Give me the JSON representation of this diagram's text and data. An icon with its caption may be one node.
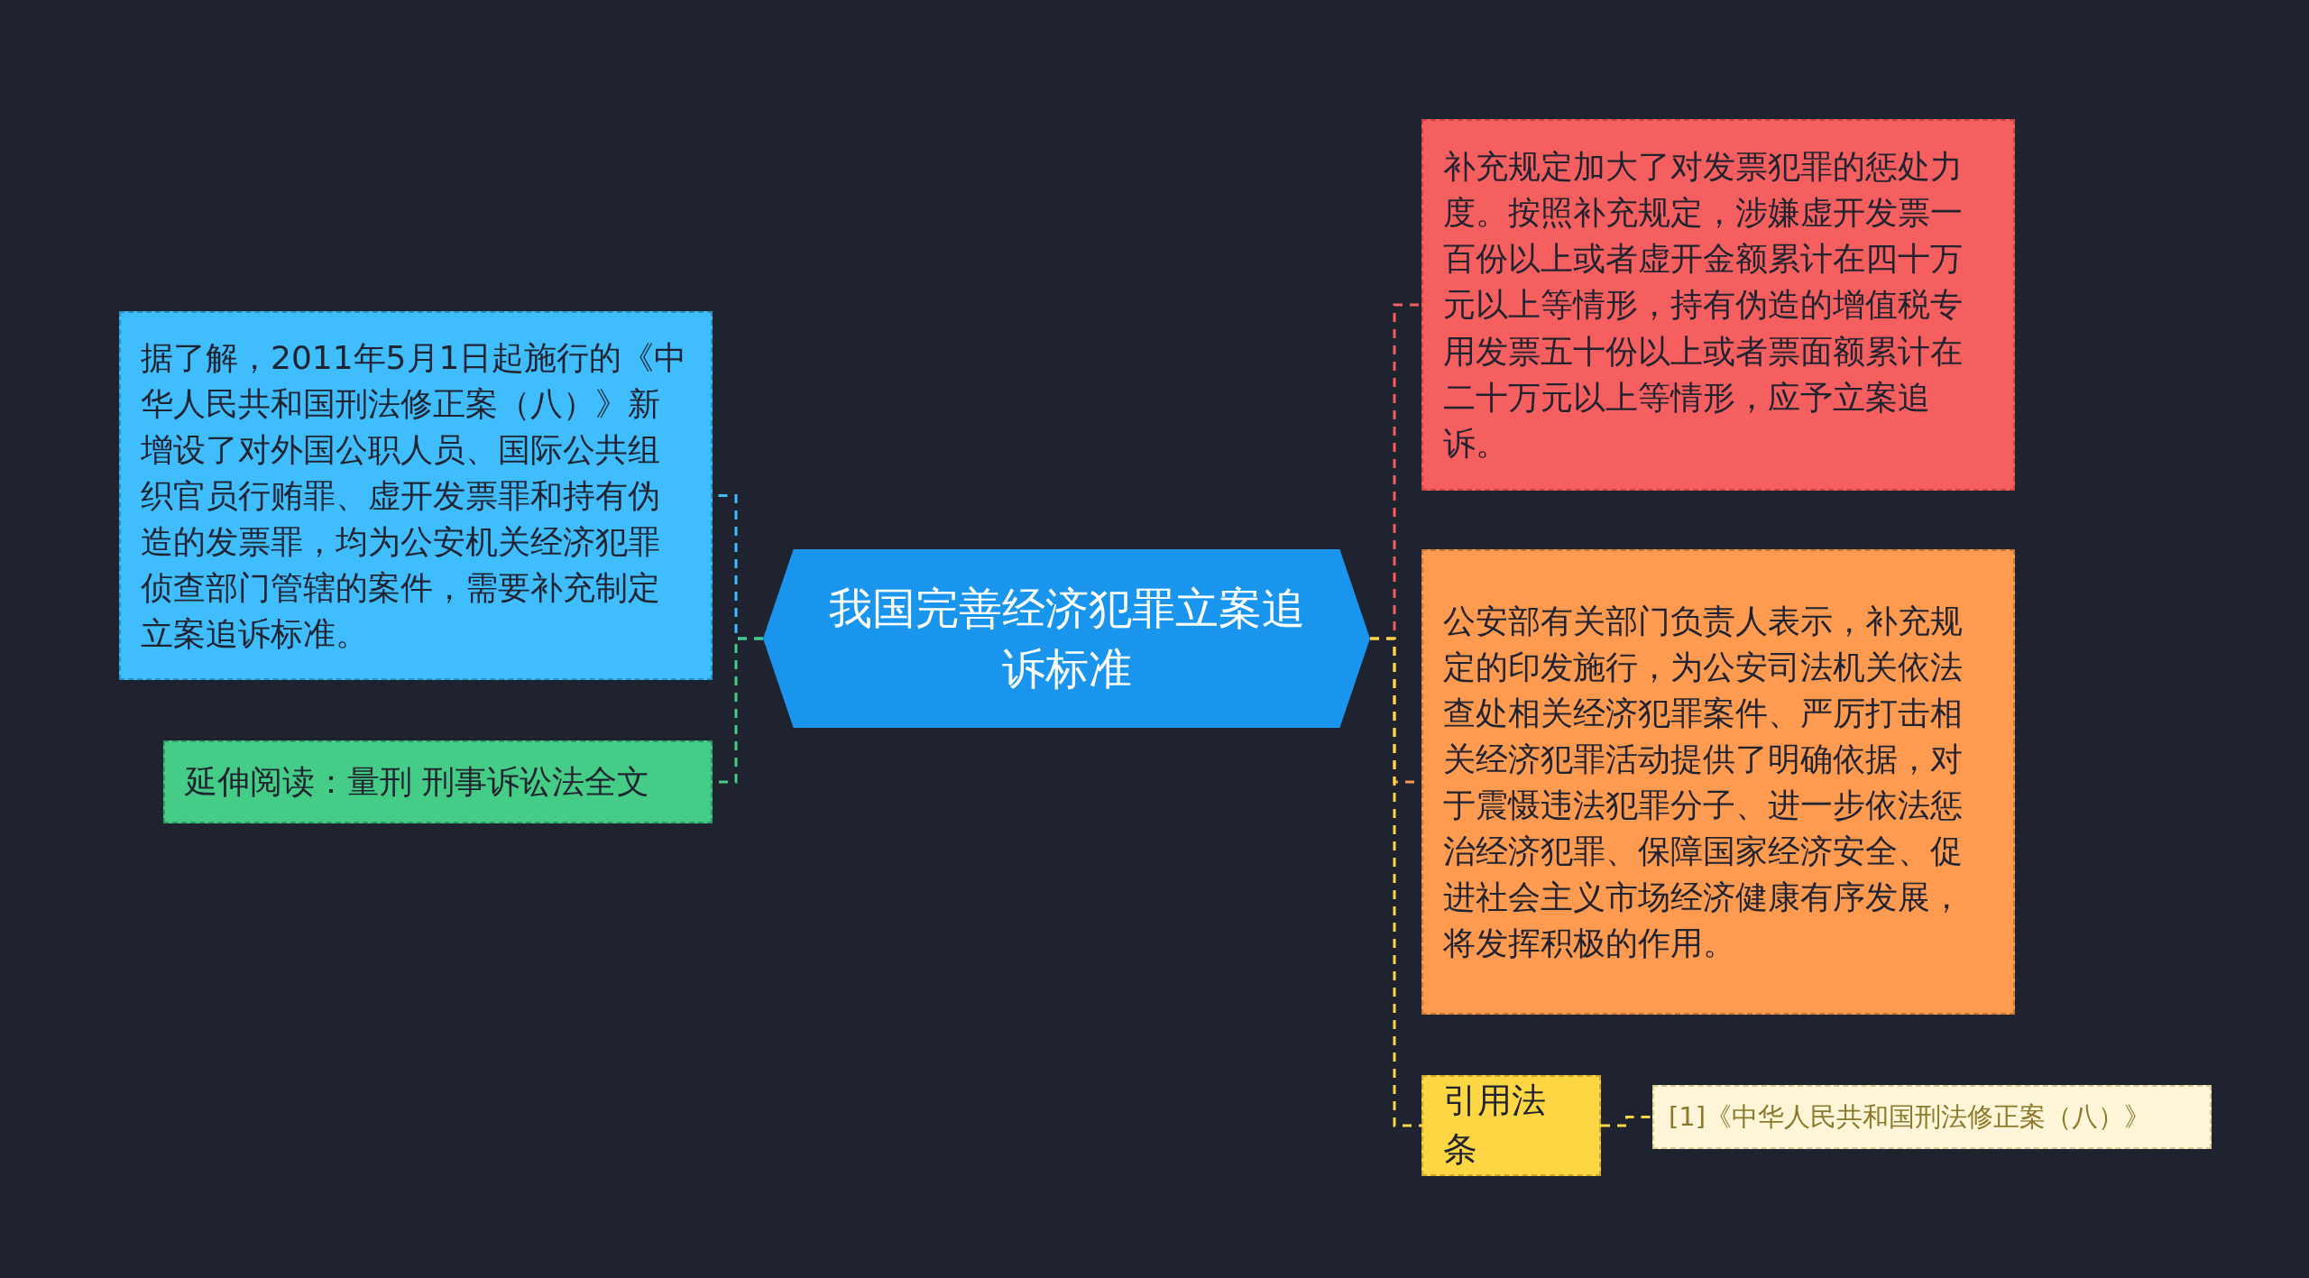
{
  "diagram": {
    "nodes": [
      {
        "text": [
          "我国完善经济犯罪立案追诉标准"
        ]
      },
      {
        "text": [
          "据了解，2011年5月1日起施行的《中华人民共和国刑法修正案（八）》新增设了对外国公职人员、国际公共组织官员行贿罪、虚开发票罪和持有伪造的发票罪，均为公安机关经济犯罪侦查部门管辖的案件，需要补充制定立案追诉标准。"
        ]
      },
      {
        "text": [
          "延伸阅读：量刑 刑事诉讼法全文"
        ]
      },
      {
        "text": [
          "补充规定加大了对发票犯罪的惩处力度。按照补充规定，涉嫌虚开发票一百份以上或者虚开金额累计在四十万元以上等情形，持有伪造的增值税专用发票五十份以上或者票面额累计在二十万元以上等情形，应予立案追诉。"
        ]
      },
      {
        "text": [
          "公安部有关部门负责人表示，补充规定的印发施行，为公安司法机关依法查处相关经济犯罪案件、严厉打击相关经济犯罪活动提供了明确依据，对于震慑违法犯罪分子、进一步依法惩治经济犯罪、保障国家经济安全、促进社会主义市场经济健康有序发展，将发挥积极的作用。"
        ]
      },
      {
        "text": [
          "引用法条"
        ]
      },
      {
        "text": [
          "[1]《中华人民共和国刑法修正案（八）》"
        ]
      }
    ],
    "edges": [
      {
        "from": 0,
        "to": 1,
        "arrow": "none",
        "style": "dashed",
        "color": "#40bdfc"
      },
      {
        "from": 0,
        "to": 2,
        "arrow": "none",
        "style": "dashed",
        "color": "#45cc86"
      },
      {
        "from": 0,
        "to": 3,
        "arrow": "none",
        "style": "dashed",
        "color": "#f55f5f"
      },
      {
        "from": 0,
        "to": 4,
        "arrow": "none",
        "style": "dashed",
        "color": "#ff9a51"
      },
      {
        "from": 0,
        "to": 5,
        "arrow": "none",
        "style": "dashed",
        "color": "#fcd643"
      },
      {
        "from": 5,
        "to": 6,
        "arrow": "none",
        "style": "dashed",
        "color": "#fcd643"
      }
    ]
  }
}
